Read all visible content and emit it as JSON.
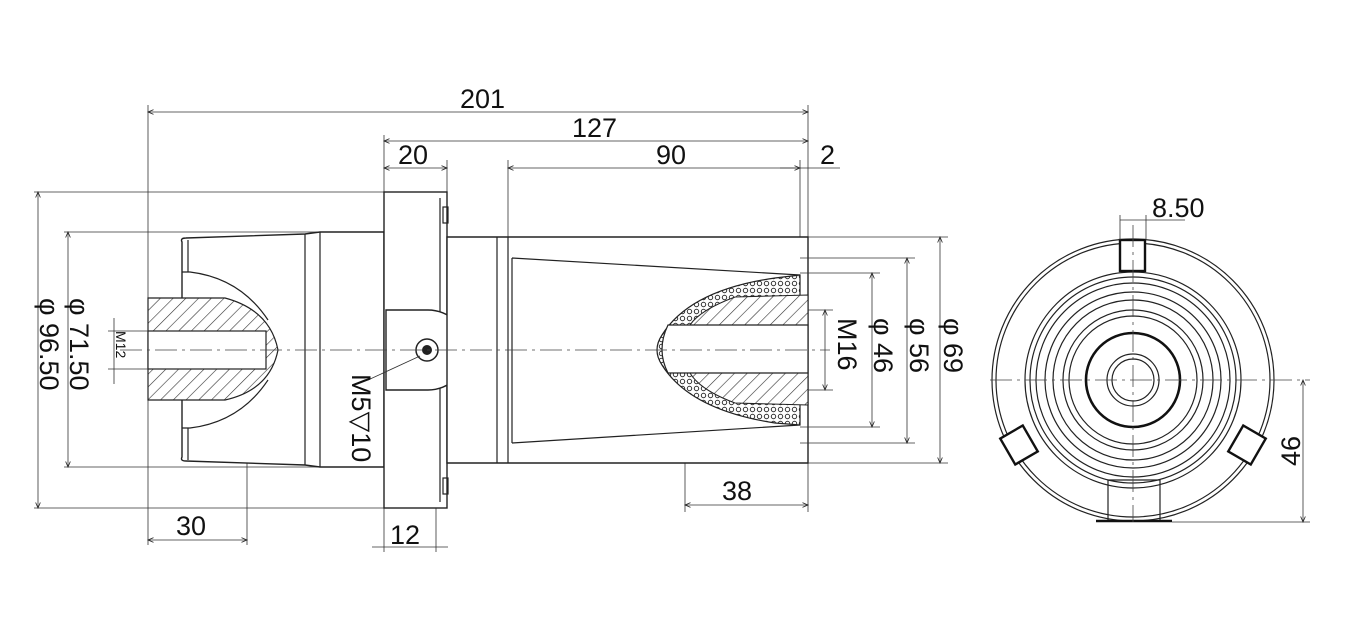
{
  "title": "Tool holder dimension drawing",
  "dimensions": {
    "overall_length": "201",
    "length_from_flange": "127",
    "flange_width": "20",
    "taper_length": "90",
    "end_offset": "2",
    "key_width": "8.50",
    "dia_outer_flange": "φ 96.50",
    "dia_shank": "φ 71.50",
    "thread_left": "M12",
    "set_screw": "M5▽10",
    "left_depth": "30",
    "flange_offset": "12",
    "right_depth": "38",
    "thread_right": "M16",
    "dia_46": "φ 46",
    "dia_56": "φ 56",
    "dia_69": "φ 69",
    "key_height": "46"
  }
}
